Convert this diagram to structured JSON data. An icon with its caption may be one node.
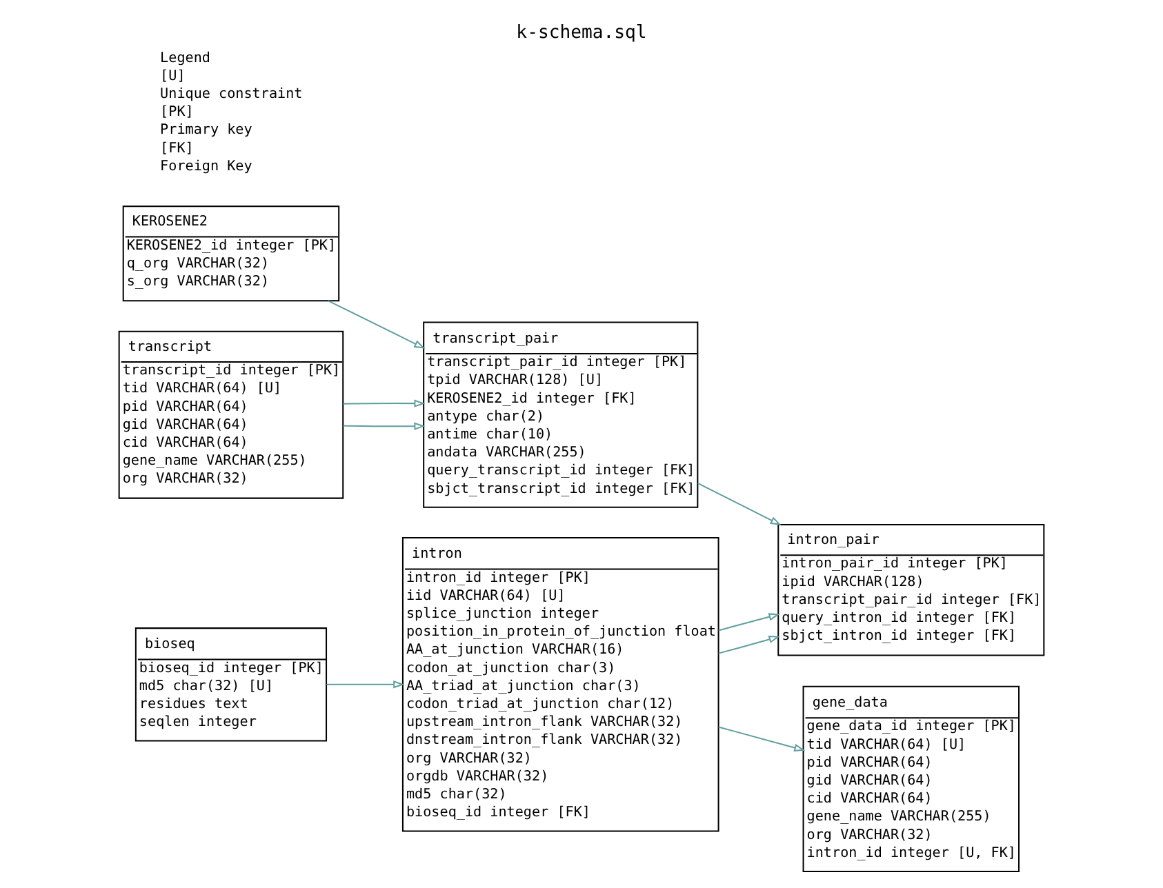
{
  "diagram": {
    "title": "k-schema.sql",
    "nodes": [
      {
        "text": [
          "KEROSENE2",
          "KEROSENE2_id integer [PK]",
          "q_org VARCHAR(32)",
          "s_org VARCHAR(32)"
        ]
      },
      {
        "text": [
          "bioseq",
          "bioseq_id integer [PK]",
          "md5 char(32) [U]",
          "residues text",
          "seqlen integer"
        ]
      },
      {
        "text": [
          "transcript",
          "transcript_id integer [PK]",
          "tid VARCHAR(64) [U]",
          "pid VARCHAR(64)",
          "gid VARCHAR(64)",
          "cid VARCHAR(64)",
          "gene_name VARCHAR(255)",
          "org VARCHAR(32)"
        ]
      },
      {
        "text": [
          "transcript_pair",
          "transcript_pair_id integer [PK]",
          "tpid VARCHAR(128) [U]",
          "KEROSENE2_id integer [FK]",
          "antype char(2)",
          "antime char(10)",
          "andata VARCHAR(255)",
          "query_transcript_id integer [FK]",
          "sbjct_transcript_id integer [FK]"
        ]
      },
      {
        "text": [
          "intron",
          "intron_id integer [PK]",
          "iid VARCHAR(64) [U]",
          "splice_junction integer",
          "position_in_protein_of_junction float",
          "AA_at_junction VARCHAR(16)",
          "codon_at_junction char(3)",
          "AA_triad_at_junction char(3)",
          "codon_triad_at_junction char(12)",
          "upstream_intron_flank VARCHAR(32)",
          "dnstream_intron_flank VARCHAR(32)",
          "org VARCHAR(32)",
          "orgdb VARCHAR(32)",
          "md5 char(32)",
          "bioseq_id integer [FK]"
        ]
      },
      {
        "text": [
          "intron_pair",
          "intron_pair_id integer [PK]",
          "ipid VARCHAR(128)",
          "transcript_pair_id integer [FK]",
          "query_intron_id integer [FK]",
          "sbjct_intron_id integer [FK]"
        ]
      },
      {
        "text": [
          "gene_data",
          "gene_data_id integer [PK]",
          "tid VARCHAR(64) [U]",
          "pid VARCHAR(64)",
          "gid VARCHAR(64)",
          "cid VARCHAR(64)",
          "gene_name VARCHAR(255)",
          "org VARCHAR(32)",
          "intron_id integer [U, FK]"
        ]
      }
    ],
    "edges": [
      {
        "from": 0,
        "to": 3,
        "arrow": "to"
      },
      {
        "from": 2,
        "to": 3,
        "arrow": "to"
      },
      {
        "from": 2,
        "to": 3,
        "arrow": "to"
      },
      {
        "from": 1,
        "to": 4,
        "arrow": "to"
      },
      {
        "from": 4,
        "to": 6,
        "arrow": "to"
      },
      {
        "from": 3,
        "to": 5,
        "arrow": "to"
      },
      {
        "from": 4,
        "to": 5,
        "arrow": "to"
      },
      {
        "from": 4,
        "to": 5,
        "arrow": "to"
      }
    ],
    "labels": [
      "Legend",
      "[U]",
      "Unique constraint",
      "[PK]",
      "Primary key",
      "[FK]",
      "Foreign Key"
    ]
  }
}
